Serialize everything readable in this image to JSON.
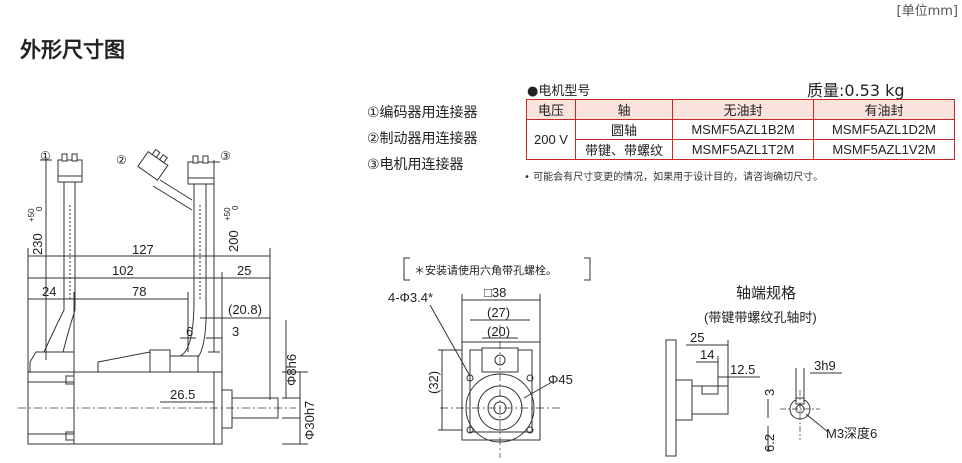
{
  "unit_label": "[单位mm]",
  "title": "外形尺寸图",
  "connectors": [
    "①编码器用连接器",
    "②制动器用连接器",
    "③电机用连接器"
  ],
  "spec": {
    "heading": "●电机型号",
    "mass": "质量:0.53 kg",
    "headers": {
      "voltage": "电压",
      "shaft": "轴",
      "no_seal": "无油封",
      "with_seal": "有油封"
    },
    "voltage": "200 V",
    "rows": [
      {
        "shaft": "圆轴",
        "no_seal": "MSMF5AZL1B2M",
        "with_seal": "MSMF5AZL1D2M"
      },
      {
        "shaft": "带键、带螺纹",
        "no_seal": "MSMF5AZL1T2M",
        "with_seal": "MSMF5AZL1V2M"
      }
    ],
    "note": "• 可能会有尺寸变更的情况，如果用于设计目的，请咨询确切尺寸。"
  },
  "drawing": {
    "side": {
      "markers": [
        "①",
        "②",
        "③"
      ],
      "dim_230": "230",
      "dim_200": "200",
      "tol_plus": "+50",
      "tol_zero": "0",
      "d127": "127",
      "d102": "102",
      "d25": "25",
      "d24": "24",
      "d78": "78",
      "d20_8": "(20.8)",
      "d6": "6",
      "d3": "3",
      "d26_5": "26.5",
      "phi8h6": "Φ8h6",
      "phi30h7": "Φ30h7"
    },
    "front": {
      "note": "＊安装请使用六角带孔螺栓。",
      "holes": "4-Φ3.4*",
      "sq38": "□38",
      "d27": "(27)",
      "d20": "(20)",
      "d32": "(32)",
      "phi45": "Φ45"
    },
    "shaft_end": {
      "title": "轴端规格",
      "subtitle": "(带键带螺纹孔轴时)",
      "d25": "25",
      "d14": "14",
      "d12_5": "12.5",
      "d3h9": "3h9",
      "d3": "3",
      "d6_2": "6.2",
      "m3": "M3深度6"
    }
  }
}
